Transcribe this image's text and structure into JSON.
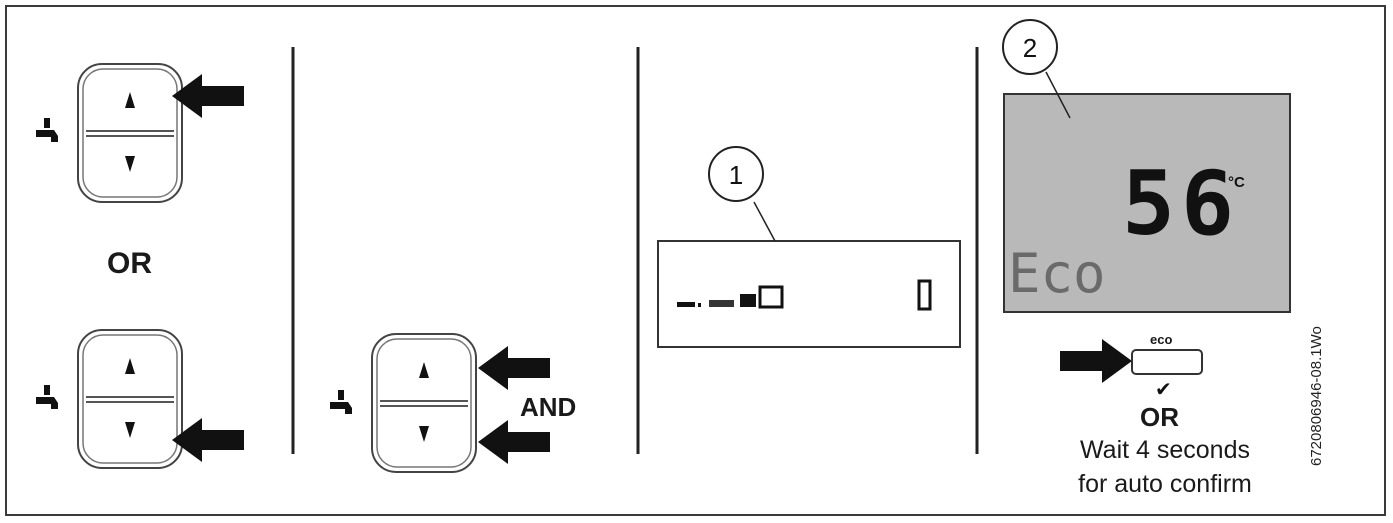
{
  "figure": {
    "or_label_left": "OR",
    "and_label": "AND",
    "callout_1": "1",
    "callout_2": "2",
    "display_temperature": "56",
    "display_unit": "°C",
    "display_mode": "Eco",
    "eco_button_label": "eco",
    "checkmark": "✔",
    "or_label_right": "OR",
    "wait_line_1": "Wait 4 seconds",
    "wait_line_2": "for auto confirm",
    "document_id": "6720806946-08.1Wo"
  },
  "colors": {
    "frame": "#3a3a3a",
    "lcd_background": "#b9b9b9",
    "arrow": "#111111"
  },
  "icons": [
    "faucet-icon",
    "up-arrow-icon",
    "down-arrow-icon",
    "press-arrow-icon",
    "check-icon"
  ]
}
